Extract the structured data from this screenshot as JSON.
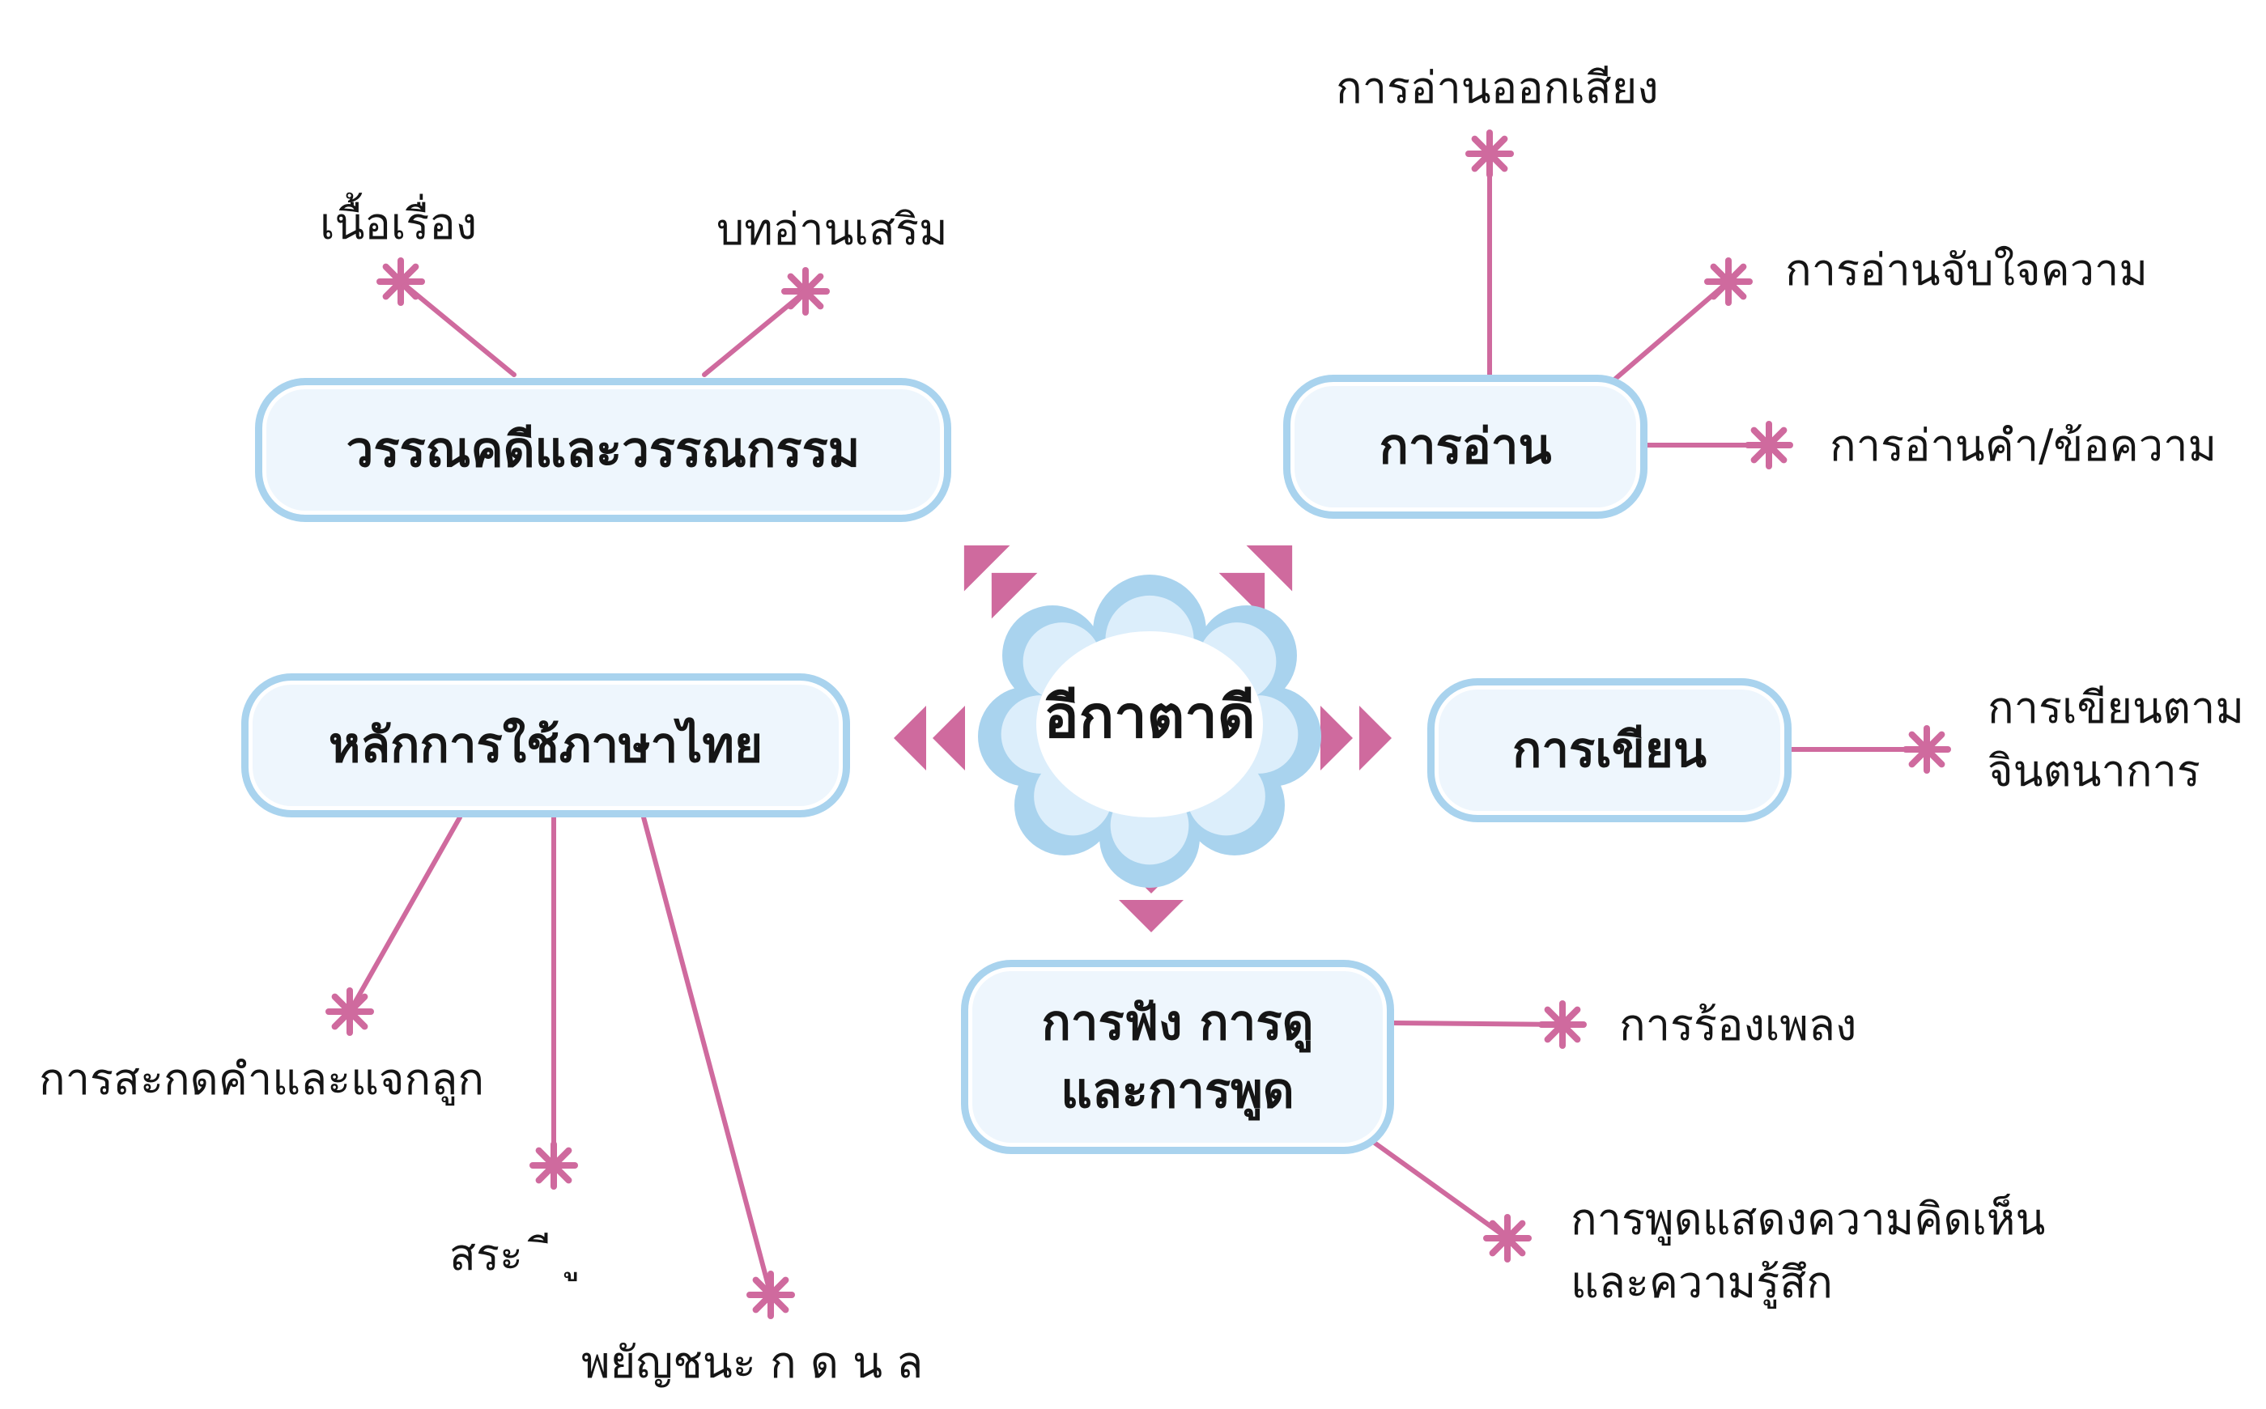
{
  "center": {
    "text": "อีกาตาดี"
  },
  "branches": [
    {
      "id": "literature",
      "label": "วรรณคดีและวรรณกรรม",
      "items": [
        "เนื้อเรื่อง",
        "บทอ่านเสริม"
      ]
    },
    {
      "id": "reading",
      "label": "การอ่าน",
      "items": [
        "การอ่านออกเสียง",
        "การอ่านจับใจความ",
        "การอ่านคำ/ข้อความ"
      ]
    },
    {
      "id": "grammar",
      "label": "หลักการใช้ภาษาไทย",
      "items": [
        "การสะกดคำและแจกลูก",
        "สระ  ี  ู",
        "พยัญชนะ ก ด น ล"
      ]
    },
    {
      "id": "writing",
      "label": "การเขียน",
      "items": [
        "การเขียนตาม\nจินตนาการ"
      ]
    },
    {
      "id": "listening",
      "label": "การฟัง การดู\nและการพูด",
      "items": [
        "การร้องเพลง",
        "การพูดแสดงความคิดเห็น\nและความรู้สึก"
      ]
    }
  ],
  "colors": {
    "box_border": "#a9d3ee",
    "box_fill": "#eef6fd",
    "connector": "#cf6a9e",
    "text": "#151515",
    "cloud": "#a9d3ee",
    "cloud_light": "#dceefb"
  },
  "icons": {
    "item_marker": "asterisk-icon",
    "direction_marker": "double-triangle-arrow-icon"
  }
}
